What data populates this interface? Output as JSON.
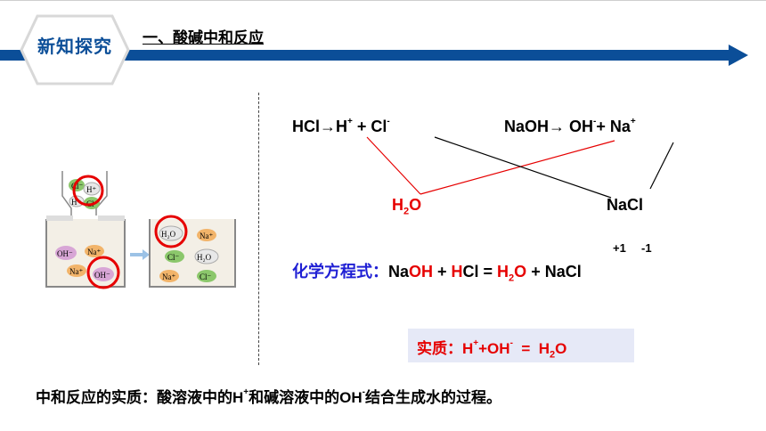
{
  "header": {
    "badge": "新知探究",
    "section_title": "一、酸碱中和反应"
  },
  "ionization": {
    "hcl": {
      "prefix": "HCl→H",
      "h_charge": "+",
      "mid": " + Cl",
      "cl_charge": "-"
    },
    "naoh": {
      "prefix": "NaOH→ OH",
      "oh_charge": "-",
      "mid": "+ Na",
      "na_charge": "+"
    },
    "water": {
      "base": "H",
      "sub": "2",
      "tail": "O"
    },
    "salt": "NaCl"
  },
  "equation": {
    "label": "化学方程式：",
    "naoh_na": "Na",
    "naoh_oh": "OH",
    "plus1": " + ",
    "hcl_h": "H",
    "hcl_cl": "Cl",
    "eq": " = ",
    "water_base": "H",
    "water_sub": "2",
    "water_tail": "O",
    "plus2": " + ",
    "salt": "NaCl",
    "valence_na": "+1",
    "valence_cl": "-1"
  },
  "essence": {
    "label": "实质：H",
    "h_charge": "+",
    "mid": "+OH",
    "oh_charge": "-",
    "eq": "  =  H",
    "sub": "2",
    "tail": "O"
  },
  "bottom": {
    "a": "中和反应的实质：酸溶液中的H",
    "h_charge": "+",
    "b": "和碱溶液中的OH",
    "oh_charge": "-",
    "c": "结合生成水的过程。"
  },
  "illustration": {
    "left_funnel_ions": [
      "Cl⁻",
      "H⁺",
      "H⁺",
      "Cl⁻"
    ],
    "left_beaker_ions": [
      "OH⁻",
      "Na⁺",
      "Na⁺",
      "OH⁻"
    ],
    "right_beaker_ions": [
      "H₂O",
      "Na⁺",
      "Cl⁻",
      "H₂O",
      "Na⁺",
      "Cl⁻"
    ]
  },
  "colors": {
    "bar": "#0b4e98",
    "red": "#e60000",
    "blue": "#1f1fd4",
    "highlight": "#e6e9f7"
  }
}
